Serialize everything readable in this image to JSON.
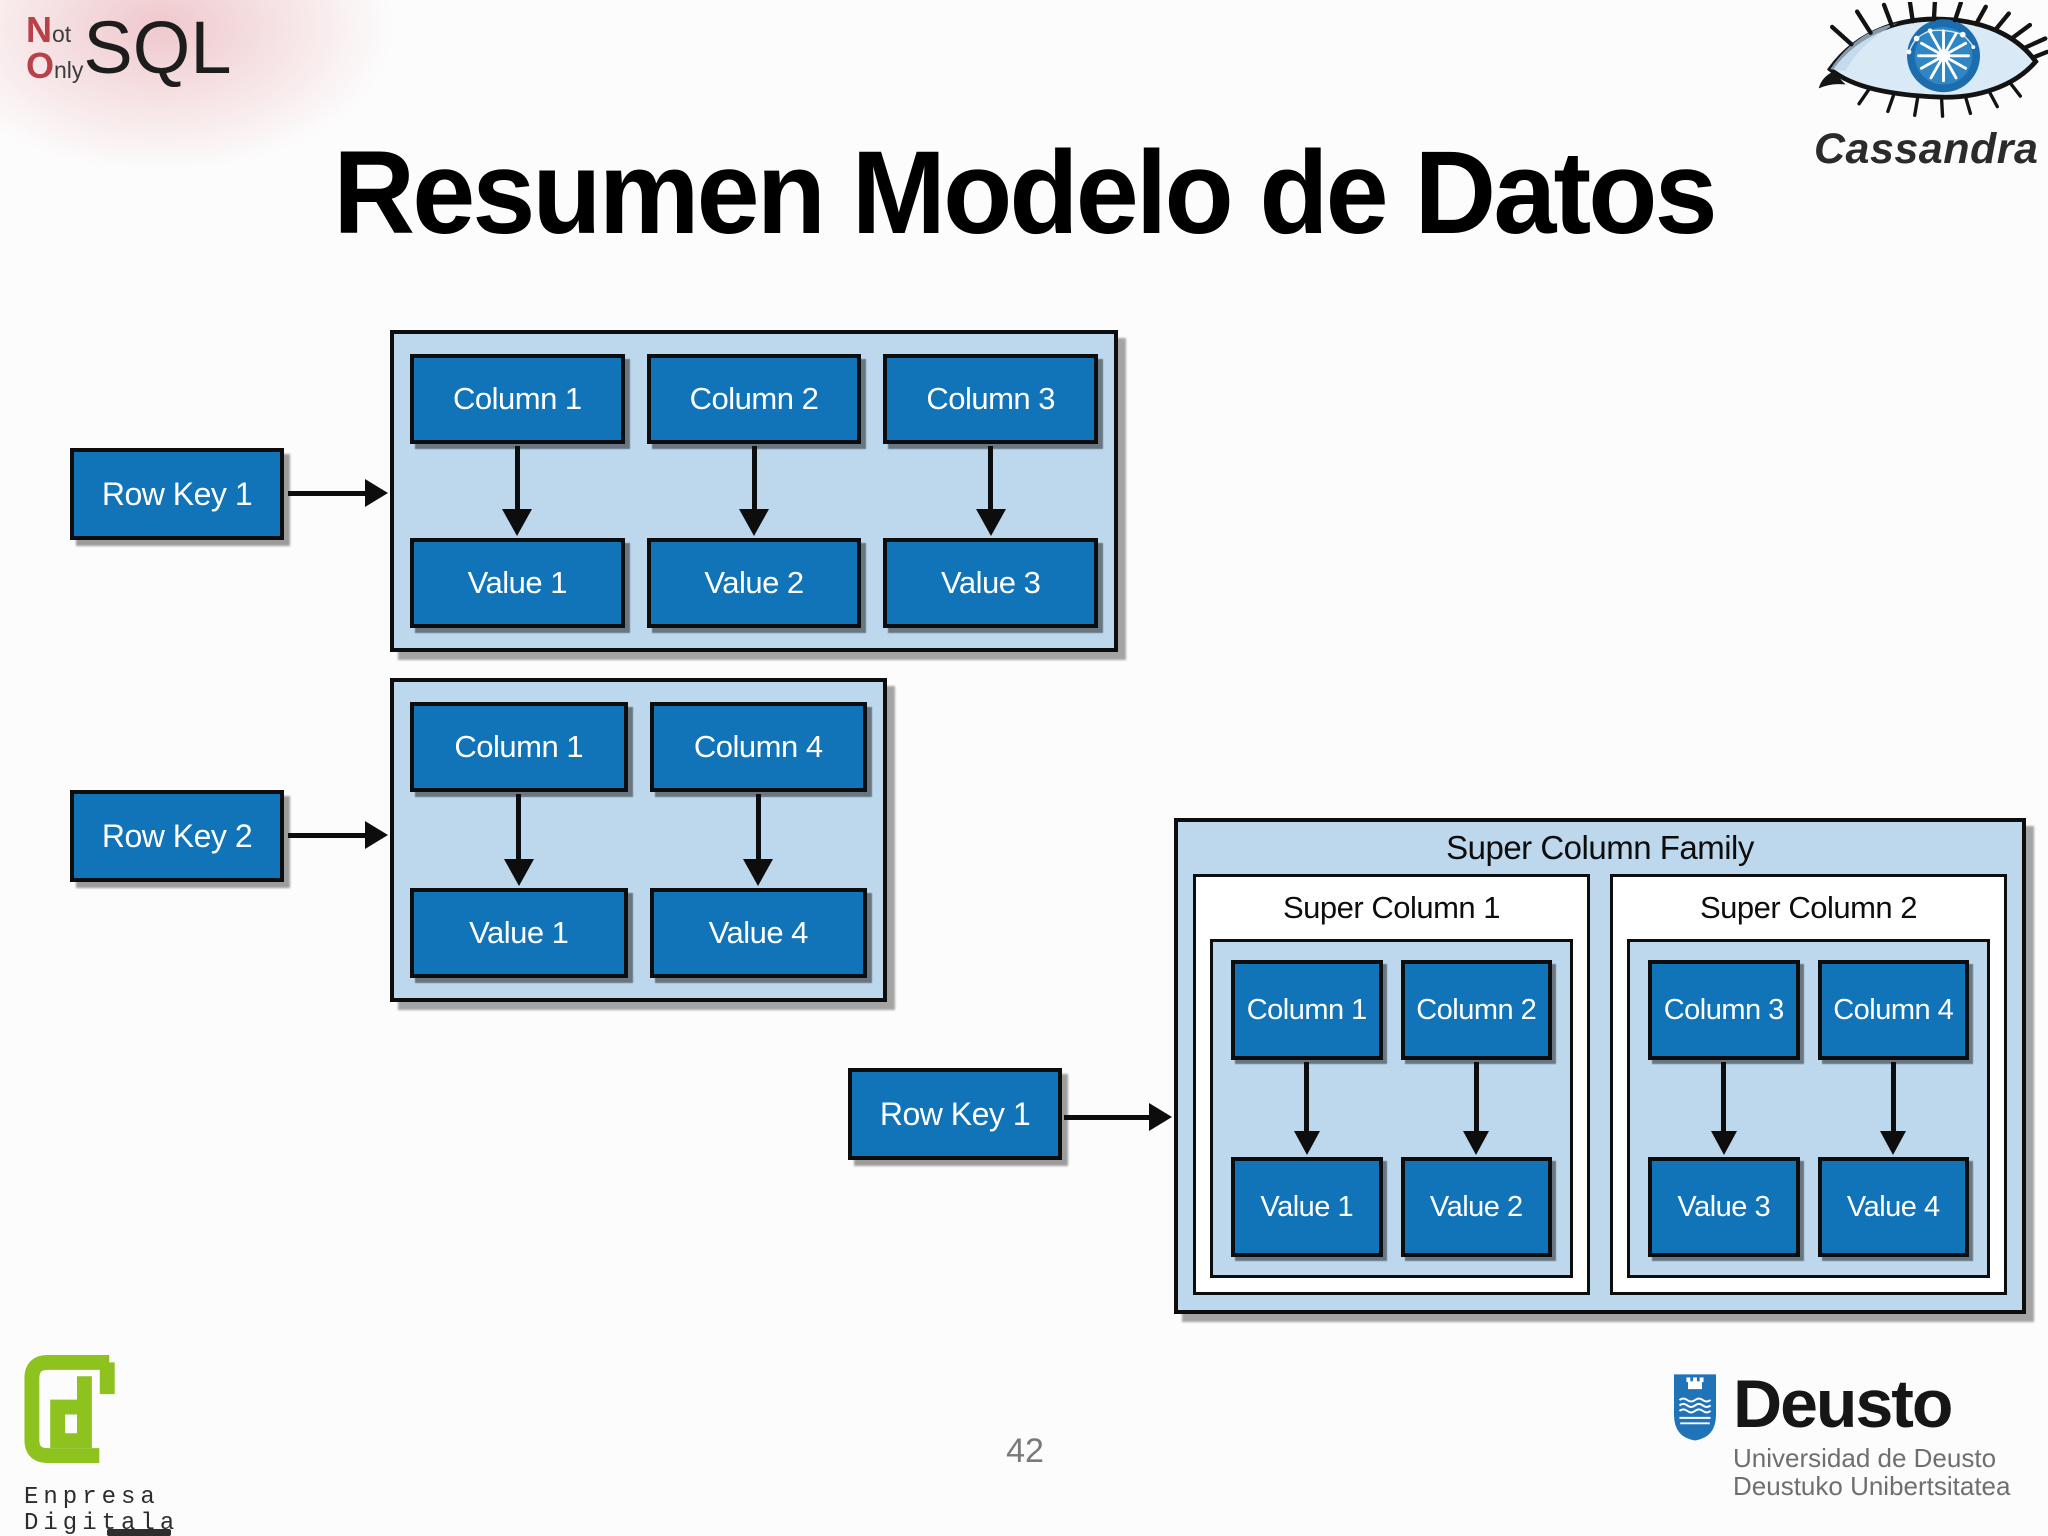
{
  "title": "Resumen Modelo de Datos",
  "page": {
    "number": "42"
  },
  "logos": {
    "nosql": {
      "n_big": "N",
      "n_small": "ot",
      "o_big": "O",
      "o_small": "nly",
      "sql": "SQL"
    },
    "cassandra": {
      "label": "Cassandra"
    },
    "enpresa_digitala": {
      "line1": "Enpresa",
      "line2": "Digitala"
    },
    "deusto": {
      "name": "Deusto",
      "subtitle1": "Universidad de Deusto",
      "subtitle2": "Deustuko Unibertsitatea"
    }
  },
  "colors": {
    "box_blue": "#1173b8",
    "panel_blue": "#bdd7ec",
    "border_black": "#0d0d0d",
    "nosql_red": "#b8414a",
    "enpresa_green": "#8dc21f",
    "deusto_blue": "#2173b8",
    "page_number_gray": "#7a7a7a"
  },
  "diagram_standard_1": {
    "row_key": "Row Key 1",
    "columns": [
      "Column 1",
      "Column 2",
      "Column 3"
    ],
    "values": [
      "Value 1",
      "Value 2",
      "Value 3"
    ]
  },
  "diagram_standard_2": {
    "row_key": "Row Key 2",
    "columns": [
      "Column 1",
      "Column 4"
    ],
    "values": [
      "Value 1",
      "Value 4"
    ]
  },
  "diagram_super": {
    "row_key": "Row Key 1",
    "family_title": "Super Column Family",
    "super_columns": [
      {
        "title": "Super Column 1",
        "columns": [
          "Column 1",
          "Column 2"
        ],
        "values": [
          "Value 1",
          "Value 2"
        ]
      },
      {
        "title": "Super Column 2",
        "columns": [
          "Column 3",
          "Column 4"
        ],
        "values": [
          "Value 3",
          "Value 4"
        ]
      }
    ]
  }
}
